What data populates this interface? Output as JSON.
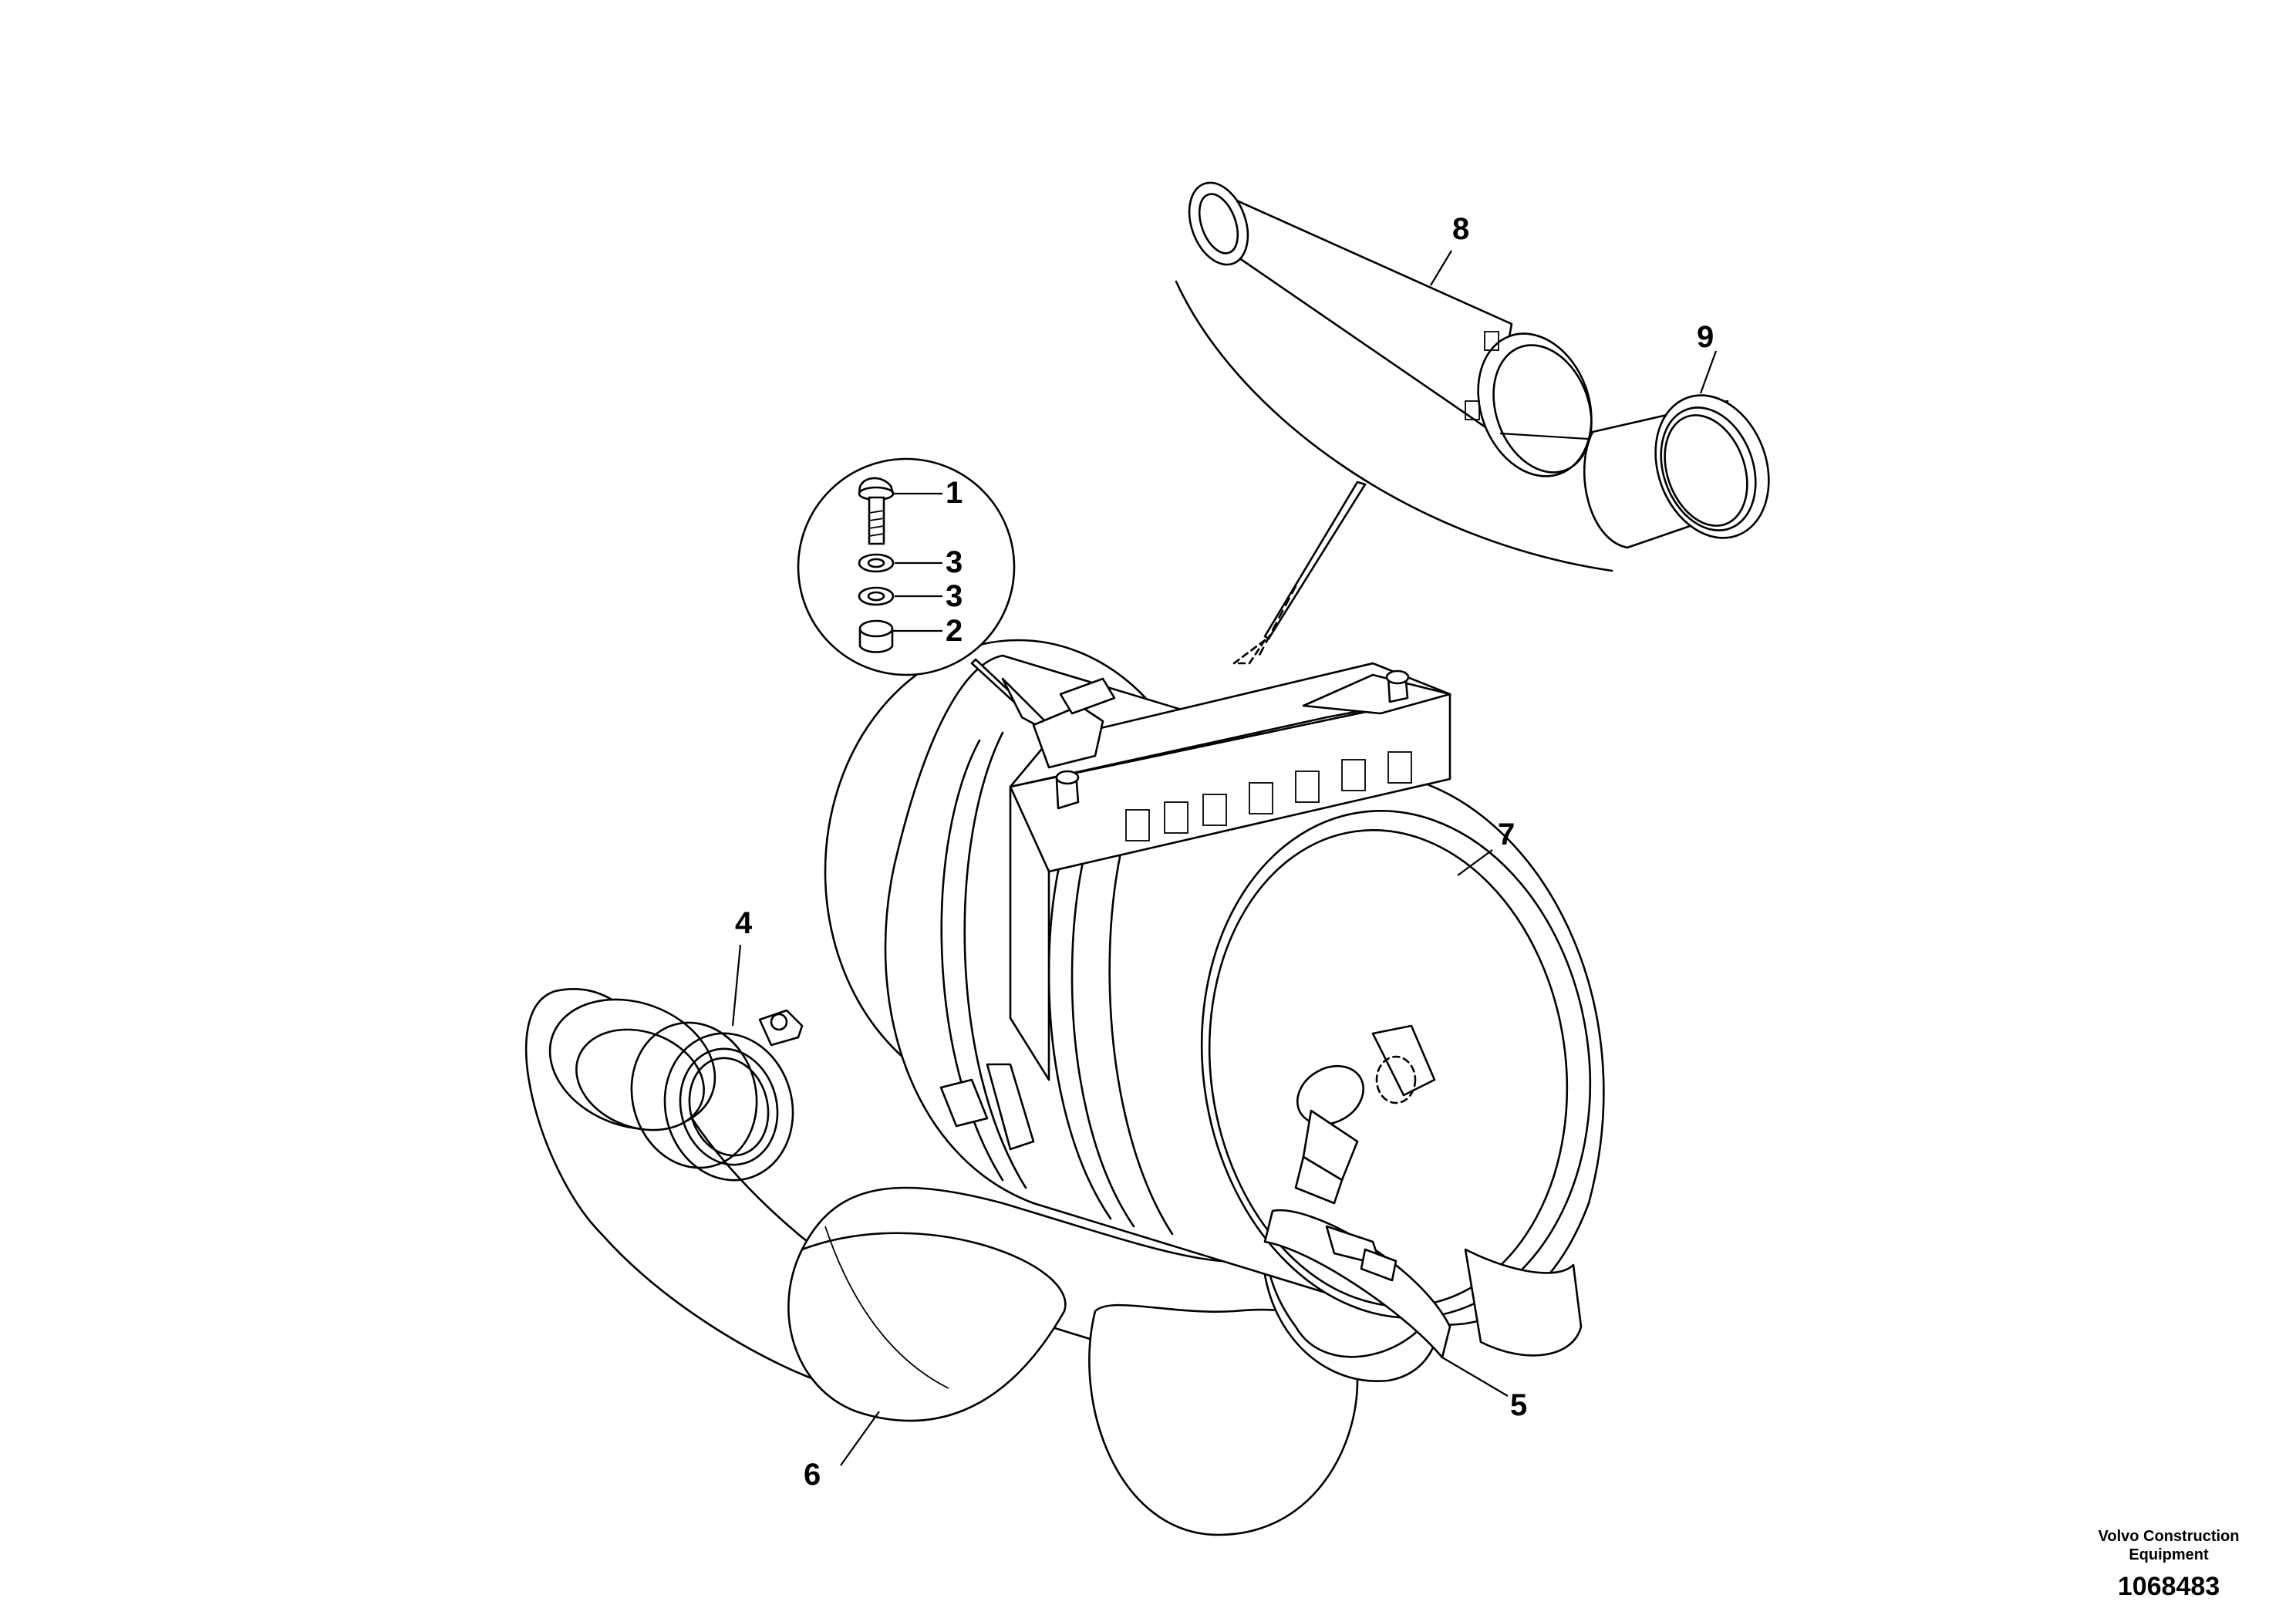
{
  "callouts": {
    "c1": "1",
    "c2": "2",
    "c3a": "3",
    "c3b": "3",
    "c4": "4",
    "c5": "5",
    "c6": "6",
    "c7": "7",
    "c8": "8",
    "c9": "9"
  },
  "footer": {
    "company_line1": "Volvo Construction",
    "company_line2": "Equipment",
    "drawing_number": "1068483"
  }
}
